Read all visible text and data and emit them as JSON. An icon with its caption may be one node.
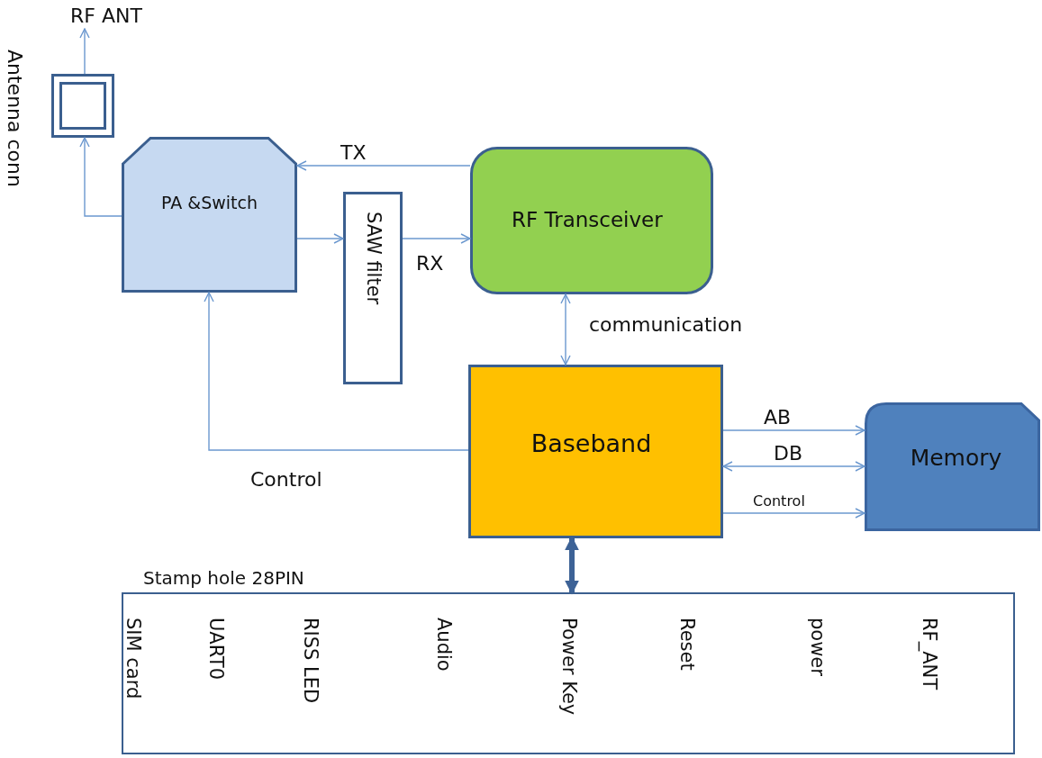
{
  "diagram": {
    "nodes": [
      {
        "text": [
          "RF ANT"
        ]
      },
      {
        "text": [],
        "shape": "box",
        "beside": [
          "Antenna conn"
        ]
      },
      {
        "text": [
          "PA &Switch"
        ]
      },
      {
        "text": [
          "SAW filter"
        ]
      },
      {
        "text": [
          "RF Transceiver"
        ]
      },
      {
        "text": [
          "Baseband"
        ]
      },
      {
        "text": [
          "Memory"
        ]
      },
      {
        "text": [
          "Stamp hole 28PIN",
          "SIM card",
          "UART0",
          "RISS LED",
          "Audio",
          "Power Key",
          "Reset",
          "power",
          "RF_ANT"
        ]
      }
    ],
    "edges": [
      {
        "from": 1,
        "to": 0,
        "arrow": "to"
      },
      {
        "from": 2,
        "to": 1,
        "arrow": "to"
      },
      {
        "from": 4,
        "to": 2,
        "arrow": "to",
        "label": "TX"
      },
      {
        "from": 2,
        "to": 3,
        "arrow": "to"
      },
      {
        "from": 3,
        "to": 4,
        "arrow": "to",
        "label": "RX"
      },
      {
        "from": 4,
        "to": 5,
        "arrow": "both",
        "label": "communication"
      },
      {
        "from": 5,
        "to": 2,
        "arrow": "to",
        "label": "Control"
      },
      {
        "from": 5,
        "to": 6,
        "arrow": "to",
        "label": "AB"
      },
      {
        "from": 5,
        "to": 6,
        "arrow": "both",
        "label": "DB"
      },
      {
        "from": 5,
        "to": 6,
        "arrow": "to",
        "label": "Control"
      },
      {
        "from": 7,
        "to": 5,
        "arrow": "both",
        "style": "thick",
        "color": "#3d6296"
      }
    ]
  }
}
